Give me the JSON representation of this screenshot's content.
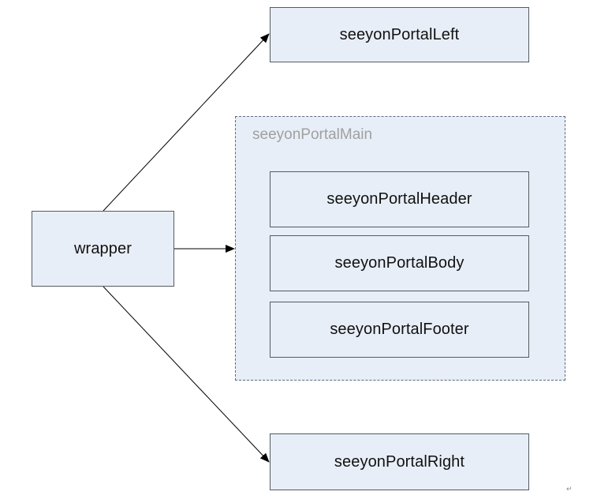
{
  "colors": {
    "box_fill": "#e8eef7",
    "box_border": "#555a60",
    "main_fill": "#e8eef7",
    "main_border": "#5c6a80",
    "main_label": "#a0a0a0",
    "arrow": "#000000",
    "text": "#111111"
  },
  "nodes": {
    "wrapper": "wrapper",
    "left": "seeyonPortalLeft",
    "main": "seeyonPortalMain",
    "header": "seeyonPortalHeader",
    "body": "seeyonPortalBody",
    "footer": "seeyonPortalFooter",
    "right": "seeyonPortalRight"
  },
  "edges": [
    {
      "from": "wrapper",
      "to": "left"
    },
    {
      "from": "wrapper",
      "to": "main"
    },
    {
      "from": "wrapper",
      "to": "right"
    }
  ],
  "paragraph_mark": "↵"
}
